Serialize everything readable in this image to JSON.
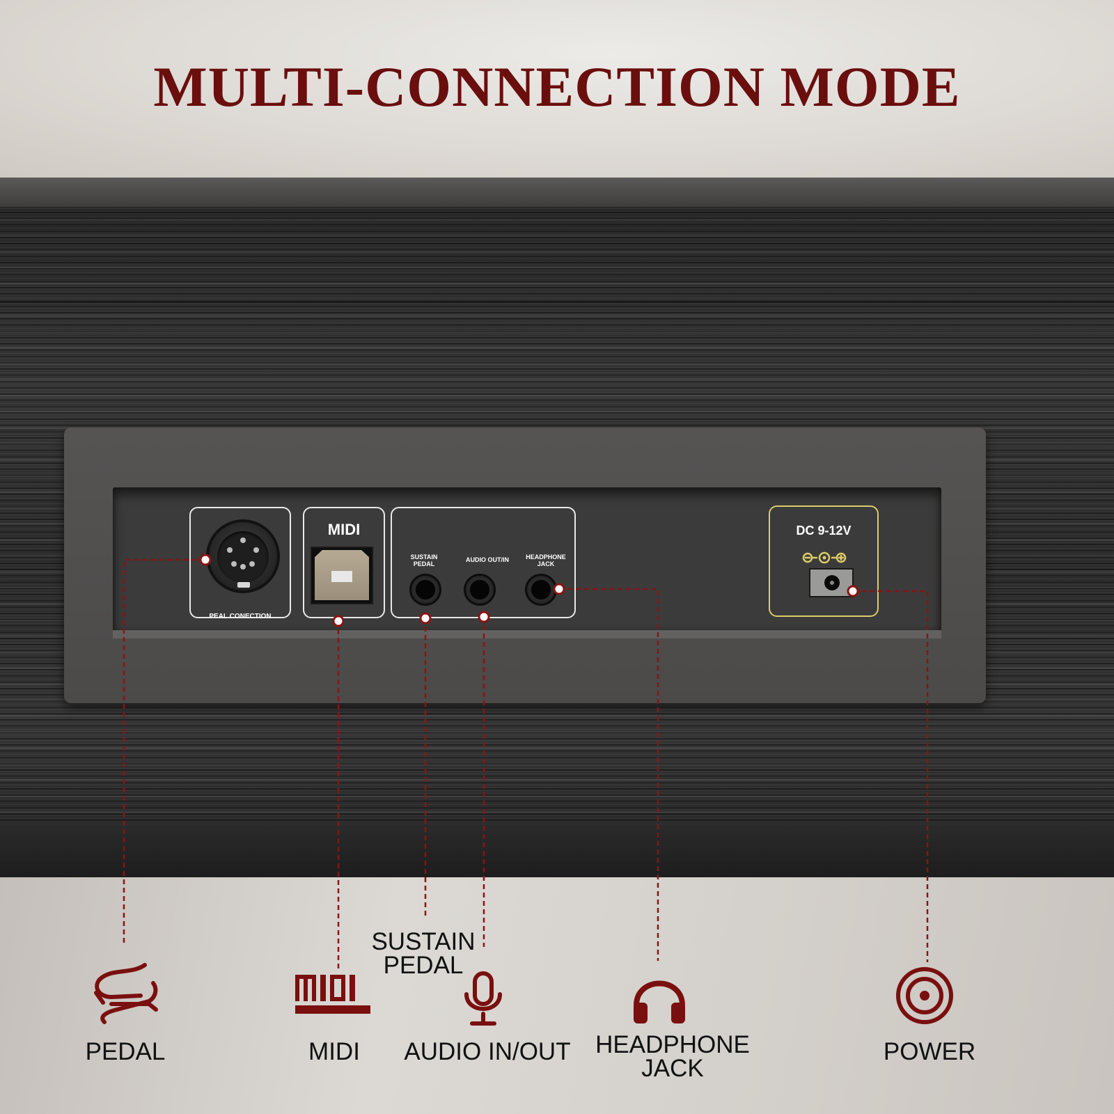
{
  "title": "MULTI-CONNECTION MODE",
  "panel": {
    "pedal_connection_label": "PEAL CONECTION",
    "midi_label": "MIDI",
    "sustain_pedal_label": "SUSTAIN\nPEDAL",
    "audio_label": "AUDIO OUT/IN",
    "headphone_label": "HEADPHONE\nJACK",
    "dc_label": "DC 9-12V"
  },
  "callouts": {
    "pedal": "PEDAL",
    "midi": "MIDI",
    "sustain_pedal": "SUSTAIN\nPEDAL",
    "audio": "AUDIO IN/OUT",
    "headphone": "HEADPHONE\nJACK",
    "power": "POWER"
  },
  "icons": {
    "pedal": "pedal-icon",
    "midi": "midi-logo-icon",
    "audio": "microphone-icon",
    "headphone": "headphone-icon",
    "power": "power-icon"
  },
  "colors": {
    "accent": "#7a0f0f",
    "title": "#6a0e0e",
    "dc_border": "#dccc6a"
  }
}
